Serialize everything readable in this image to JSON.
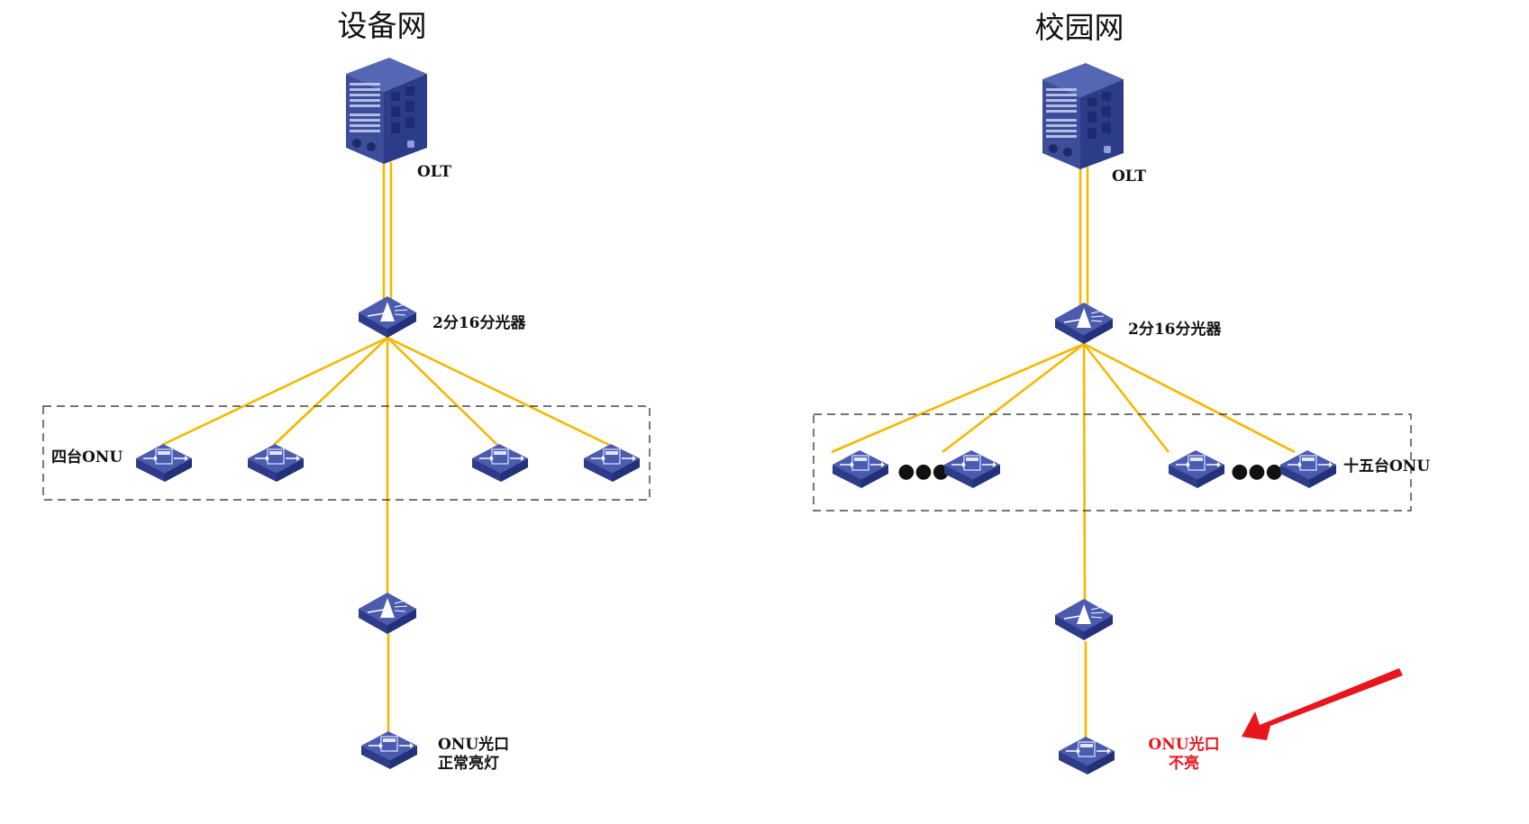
{
  "colors": {
    "fiber": "#f5b800",
    "device_top": "#4657a8",
    "device_side": "#2b3a86",
    "alert": "#e8161c",
    "dash": "#222222"
  },
  "left": {
    "title": "设备网",
    "olt_label": "OLT",
    "splitter_label": "2分16分光器",
    "group_label": "四台ONU",
    "onu_count_shown": 4,
    "end_label_line1": "ONU光口",
    "end_label_line2": "正常亮灯",
    "end_status": "normal"
  },
  "right": {
    "title": "校园网",
    "olt_label": "OLT",
    "splitter_label": "2分16分光器",
    "group_label": "十五台ONU",
    "onu_count_shown": 4,
    "ellipsis": "●●●",
    "end_label_line1": "ONU光口",
    "end_label_line2": "不亮",
    "end_status": "off"
  },
  "icons": {
    "olt": "olt-chassis-icon",
    "splitter": "optical-splitter-icon",
    "onu": "onu-device-icon",
    "arrow": "red-arrow-icon"
  }
}
